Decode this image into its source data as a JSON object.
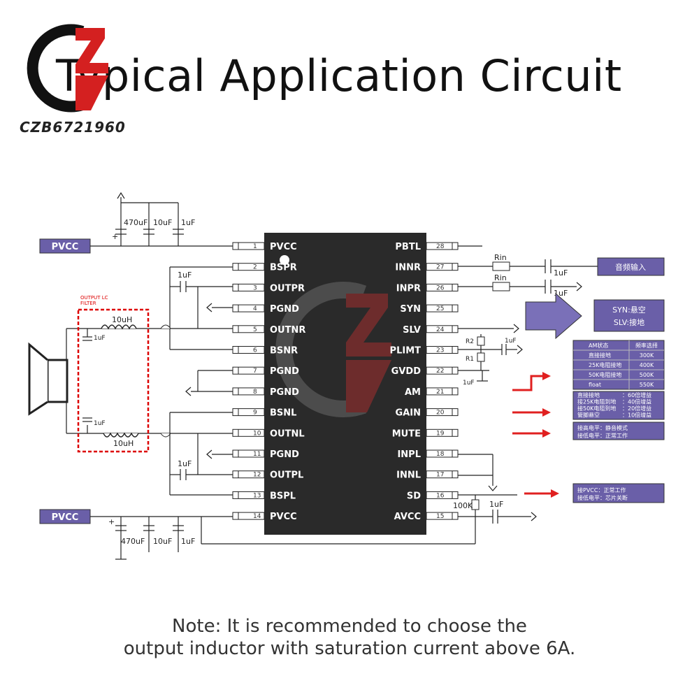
{
  "title": "Typical Application Circuit",
  "logo": {
    "text": "CZB6721960",
    "colors": [
      "#111111",
      "#d42020"
    ]
  },
  "note": {
    "line1": "Note: It is recommended to choose the",
    "line2": "output inductor with saturation current above 6A."
  },
  "chip": {
    "left_pins": [
      {
        "num": "1",
        "name": "PVCC"
      },
      {
        "num": "2",
        "name": "BSPR"
      },
      {
        "num": "3",
        "name": "OUTPR"
      },
      {
        "num": "4",
        "name": "PGND"
      },
      {
        "num": "5",
        "name": "OUTNR"
      },
      {
        "num": "6",
        "name": "BSNR"
      },
      {
        "num": "7",
        "name": "PGND"
      },
      {
        "num": "8",
        "name": "PGND"
      },
      {
        "num": "9",
        "name": "BSNL"
      },
      {
        "num": "10",
        "name": "OUTNL"
      },
      {
        "num": "11",
        "name": "PGND"
      },
      {
        "num": "12",
        "name": "OUTPL"
      },
      {
        "num": "13",
        "name": "BSPL"
      },
      {
        "num": "14",
        "name": "PVCC"
      }
    ],
    "right_pins": [
      {
        "num": "28",
        "name": "PBTL"
      },
      {
        "num": "27",
        "name": "INNR"
      },
      {
        "num": "26",
        "name": "INPR"
      },
      {
        "num": "25",
        "name": "SYN"
      },
      {
        "num": "24",
        "name": "SLV"
      },
      {
        "num": "23",
        "name": "PLIMT"
      },
      {
        "num": "22",
        "name": "GVDD"
      },
      {
        "num": "21",
        "name": "AM"
      },
      {
        "num": "20",
        "name": "GAIN"
      },
      {
        "num": "19",
        "name": "MUTE"
      },
      {
        "num": "18",
        "name": "INPL"
      },
      {
        "num": "17",
        "name": "INNL"
      },
      {
        "num": "16",
        "name": "SD"
      },
      {
        "num": "15",
        "name": "AVCC"
      }
    ]
  },
  "labels": {
    "pvcc_top": "PVCC",
    "pvcc_bottom": "PVCC",
    "cap_470": "470uF",
    "cap_10": "10uF",
    "cap_1": "1uF",
    "cap_1b": "1uF",
    "cap_1c": "1uF",
    "cap_1d": "1uF",
    "cap_1e": "1uF",
    "cap_1f": "1uF",
    "cap_1g": "1uF",
    "cap_1h": "1uF",
    "cap_1i": "1uF",
    "cap_1j": "1uF",
    "cap_1k": "1uF",
    "ind_top": "10uH",
    "ind_bottom": "10uH",
    "filter_line1": "OUTPUT LC",
    "filter_line2": "FILTER",
    "rin1": "Rin",
    "rin2": "Rin",
    "r2": "R2",
    "r1": "R1",
    "r100k": "100K",
    "audio_in": "音频输入",
    "syn_line1": "SYN:悬空",
    "syn_line2": "SLV:接地",
    "sd_line1": "接PVCC：正常工作",
    "sd_line2": "接低电平：芯片关断",
    "mute_line1": "接高电平：静音模式",
    "mute_line2": "接低电平：正常工作"
  },
  "am_table": {
    "header": [
      "AM状态",
      "频率选择"
    ],
    "rows": [
      [
        "直接接地",
        "300K"
      ],
      [
        "25K电阻接地",
        "400K"
      ],
      [
        "50K电阻接地",
        "500K"
      ],
      [
        "float",
        "550K"
      ]
    ]
  },
  "gain_table": {
    "rows": [
      [
        "直接接地",
        "：60倍增益"
      ],
      [
        "接25K电阻到地",
        "：40倍增益"
      ],
      [
        "接50K电阻到地",
        "：20倍增益"
      ],
      [
        "管脚悬空",
        "：10倍增益"
      ]
    ]
  }
}
